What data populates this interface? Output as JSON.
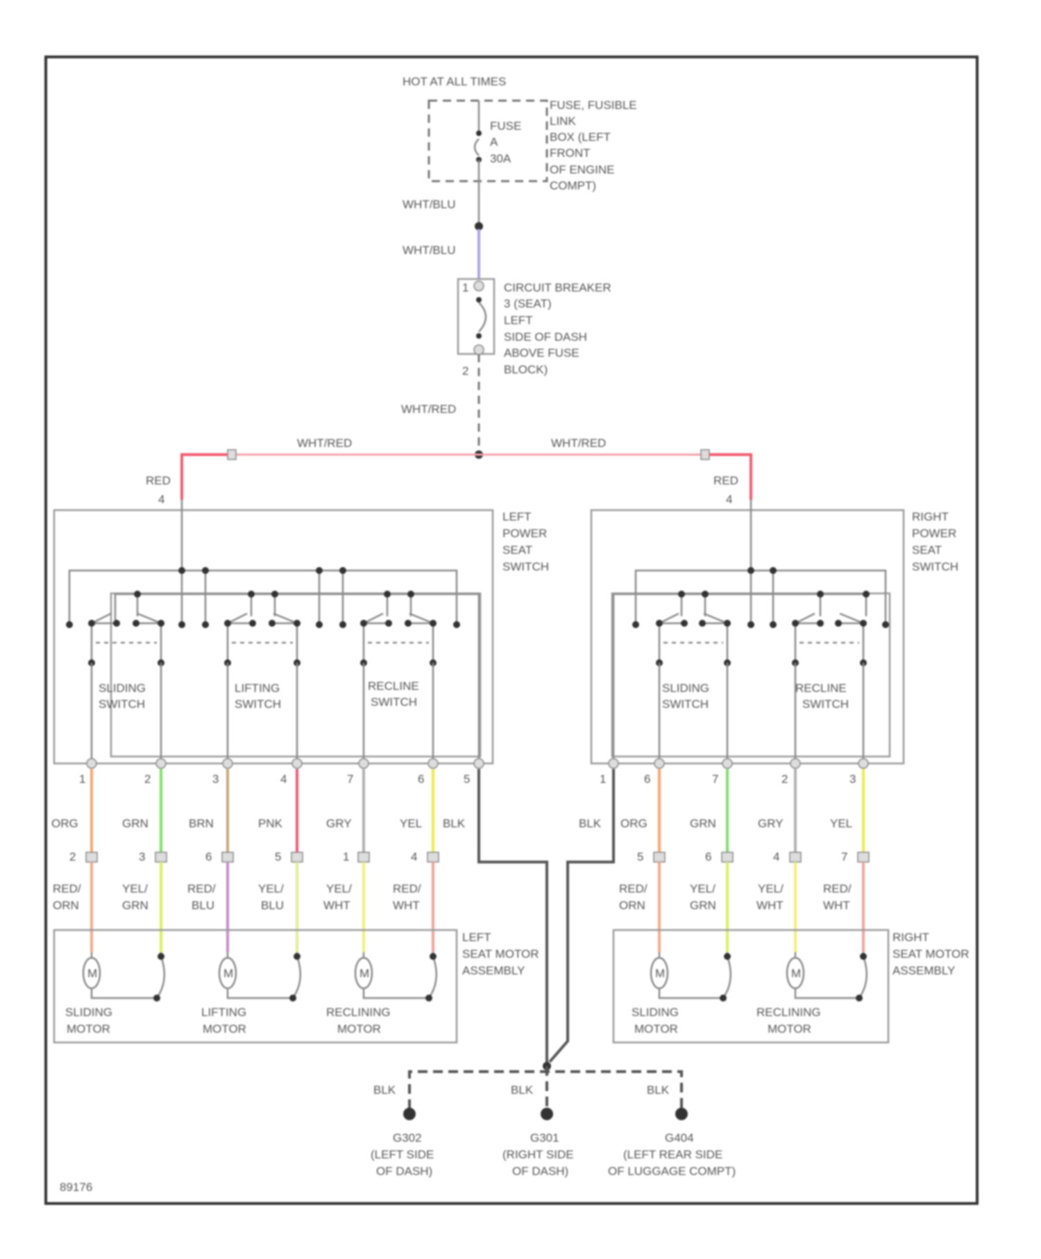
{
  "power": {
    "hot_label": "HOT AT ALL TIMES",
    "fuse": [
      "FUSE",
      "A",
      "30A"
    ],
    "fuse_location": [
      "FUSE, FUSIBLE",
      "LINK",
      "BOX (LEFT",
      "FRONT",
      "OF ENGINE",
      "COMPT)"
    ],
    "wire_wht_blu_1": "WHT/BLU",
    "wire_wht_blu_2": "WHT/BLU",
    "breaker": [
      "CIRCUIT BREAKER",
      "3 (SEAT)",
      "LEFT",
      "SIDE OF DASH",
      "ABOVE FUSE",
      "BLOCK)"
    ],
    "breaker_pin_top": "1",
    "breaker_pin_bottom": "2",
    "wire_wht_red_main": "WHT/RED",
    "wire_wht_red_left": "WHT/RED",
    "wire_wht_red_right": "WHT/RED"
  },
  "left_switch": {
    "feed_wire": "RED",
    "feed_pin": "4",
    "label": [
      "LEFT",
      "POWER",
      "SEAT",
      "SWITCH"
    ],
    "switches": [
      [
        "SLIDING",
        "SWITCH"
      ],
      [
        "LIFTING",
        "SWITCH"
      ],
      [
        "RECLINE",
        "SWITCH"
      ]
    ],
    "pins": [
      "1",
      "2",
      "3",
      "4",
      "7",
      "6",
      "5"
    ],
    "wires": [
      "ORG",
      "GRN",
      "BRN",
      "PNK",
      "GRY",
      "YEL",
      "BLK"
    ]
  },
  "right_switch": {
    "feed_wire": "RED",
    "feed_pin": "4",
    "label": [
      "RIGHT",
      "POWER",
      "SEAT",
      "SWITCH"
    ],
    "switches": [
      [
        "SLIDING",
        "SWITCH"
      ],
      [
        "RECLINE",
        "SWITCH"
      ]
    ],
    "pins": [
      "1",
      "6",
      "7",
      "2",
      "3"
    ],
    "wires": [
      "BLK",
      "ORG",
      "GRN",
      "GRY",
      "YEL"
    ]
  },
  "left_connector": {
    "pins": [
      "2",
      "3",
      "6",
      "5",
      "1",
      "4"
    ],
    "wires": [
      [
        "RED/",
        "ORN"
      ],
      [
        "YEL/",
        "GRN"
      ],
      [
        "RED/",
        "BLU"
      ],
      [
        "YEL/",
        "BLU"
      ],
      [
        "YEL/",
        "WHT"
      ],
      [
        "RED/",
        "WHT"
      ]
    ]
  },
  "right_connector": {
    "pins": [
      "5",
      "6",
      "4",
      "7"
    ],
    "wires": [
      [
        "RED/",
        "ORN"
      ],
      [
        "YEL/",
        "GRN"
      ],
      [
        "YEL/",
        "WHT"
      ],
      [
        "RED/",
        "WHT"
      ]
    ]
  },
  "left_motor": {
    "label": [
      "LEFT",
      "SEAT MOTOR",
      "ASSEMBLY"
    ],
    "motors": [
      [
        "SLIDING",
        "MOTOR"
      ],
      [
        "LIFTING",
        "MOTOR"
      ],
      [
        "RECLINING",
        "MOTOR"
      ]
    ],
    "symbol": "M"
  },
  "right_motor": {
    "label": [
      "RIGHT",
      "SEAT MOTOR",
      "ASSEMBLY"
    ],
    "motors": [
      [
        "SLIDING",
        "MOTOR"
      ],
      [
        "RECLINING",
        "MOTOR"
      ]
    ],
    "symbol": "M"
  },
  "grounds": {
    "wires": [
      "BLK",
      "BLK",
      "BLK"
    ],
    "points": [
      [
        "G302",
        "(LEFT SIDE",
        "OF DASH)"
      ],
      [
        "G301",
        "(RIGHT SIDE",
        "OF DASH)"
      ],
      [
        "G404",
        "(LEFT REAR SIDE",
        "OF LUGGAGE COMPT)"
      ]
    ]
  },
  "figure_id": "89176",
  "colors": {
    "red": "#f05a6e",
    "wht_red": "#f4a2aa",
    "orange": "#f7a66a",
    "green": "#7ee06a",
    "brown": "#c9a877",
    "pink": "#ee5a78",
    "yellow": "#ecec4a",
    "gray": "#b0b0b0",
    "red_blu": "#c88ac8",
    "yel_grn": "#d8f060",
    "yel_blu": "#e6eb9a",
    "yel_wht": "#eef07a",
    "red_wht": "#f0a49a",
    "red_orn": "#f2a98e",
    "blue": "#a8a4ea"
  }
}
